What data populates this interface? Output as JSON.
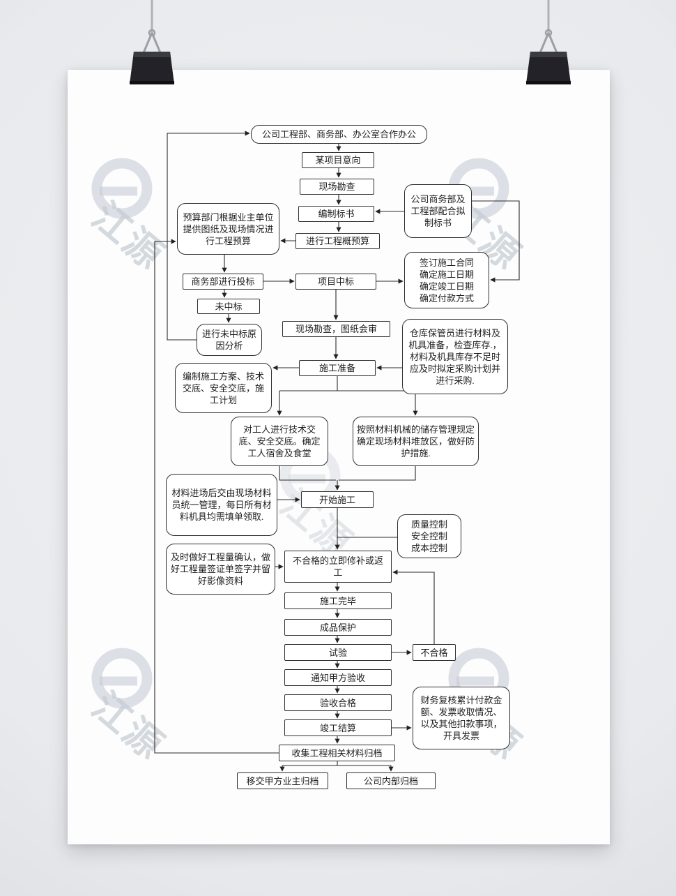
{
  "page": {
    "watermark_text": "江源"
  },
  "flowchart": {
    "nodes": [
      {
        "id": "head",
        "text": "公司工程部、商务部、办公室合作办公"
      },
      {
        "id": "intent",
        "text": "某项目意向"
      },
      {
        "id": "survey1",
        "text": "现场勘查"
      },
      {
        "id": "bid_doc",
        "text": "编制标书"
      },
      {
        "id": "bid_support",
        "text": "公司商务部及工程部配合拟制标书"
      },
      {
        "id": "estimate",
        "text": "进行工程概预算"
      },
      {
        "id": "budget_note",
        "text": "预算部门根据业主单位提供图纸及现场情况进行工程预算"
      },
      {
        "id": "tender",
        "text": "商务部进行投标"
      },
      {
        "id": "win",
        "text": "项目中标"
      },
      {
        "id": "contract",
        "text": "签订施工合同\n确定施工日期\n确定竣工日期\n确定付款方式"
      },
      {
        "id": "lose",
        "text": "未中标"
      },
      {
        "id": "lose_analysis",
        "text": "进行未中标原因分析"
      },
      {
        "id": "survey2",
        "text": "现场勘查，图纸会审"
      },
      {
        "id": "warehouse",
        "text": "仓库保管员进行材料及机具准备，检查库存.，材料及机具库存不足时应及时拟定采购计划并进行采购."
      },
      {
        "id": "prep",
        "text": "施工准备"
      },
      {
        "id": "plan_note",
        "text": "编制施工方案、技术交底、安全交底，施工计划"
      },
      {
        "id": "worker",
        "text": "对工人进行技术交底、安全交底。确定工人宿舍及食堂"
      },
      {
        "id": "material_zone",
        "text": "按照材料机械的储存管理规定确定现场材料堆放区，做好防护措施."
      },
      {
        "id": "material_mgmt",
        "text": "材料进场后交由现场材料员统一管理，每日所有材料机具均需填单领取."
      },
      {
        "id": "start",
        "text": "开始施工"
      },
      {
        "id": "controls",
        "text": "质量控制\n安全控制\n成本控制"
      },
      {
        "id": "confirm_note",
        "text": "及时做好工程量确认，做好工程量签证单签字并留好影像资料"
      },
      {
        "id": "rework",
        "text": "不合格的立即修补或返工"
      },
      {
        "id": "done",
        "text": "施工完毕"
      },
      {
        "id": "protect",
        "text": "成品保护"
      },
      {
        "id": "test",
        "text": "试验"
      },
      {
        "id": "fail",
        "text": "不合格"
      },
      {
        "id": "notify",
        "text": "通知甲方验收"
      },
      {
        "id": "pass",
        "text": "验收合格"
      },
      {
        "id": "settle",
        "text": "竣工结算"
      },
      {
        "id": "finance",
        "text": "财务复核累计付款金额、发票收取情况、以及其他扣款事项，开具发票"
      },
      {
        "id": "archive",
        "text": "收集工程相关材料归档"
      },
      {
        "id": "handover",
        "text": "移交甲方业主归档"
      },
      {
        "id": "internal",
        "text": "公司内部归档"
      }
    ]
  }
}
